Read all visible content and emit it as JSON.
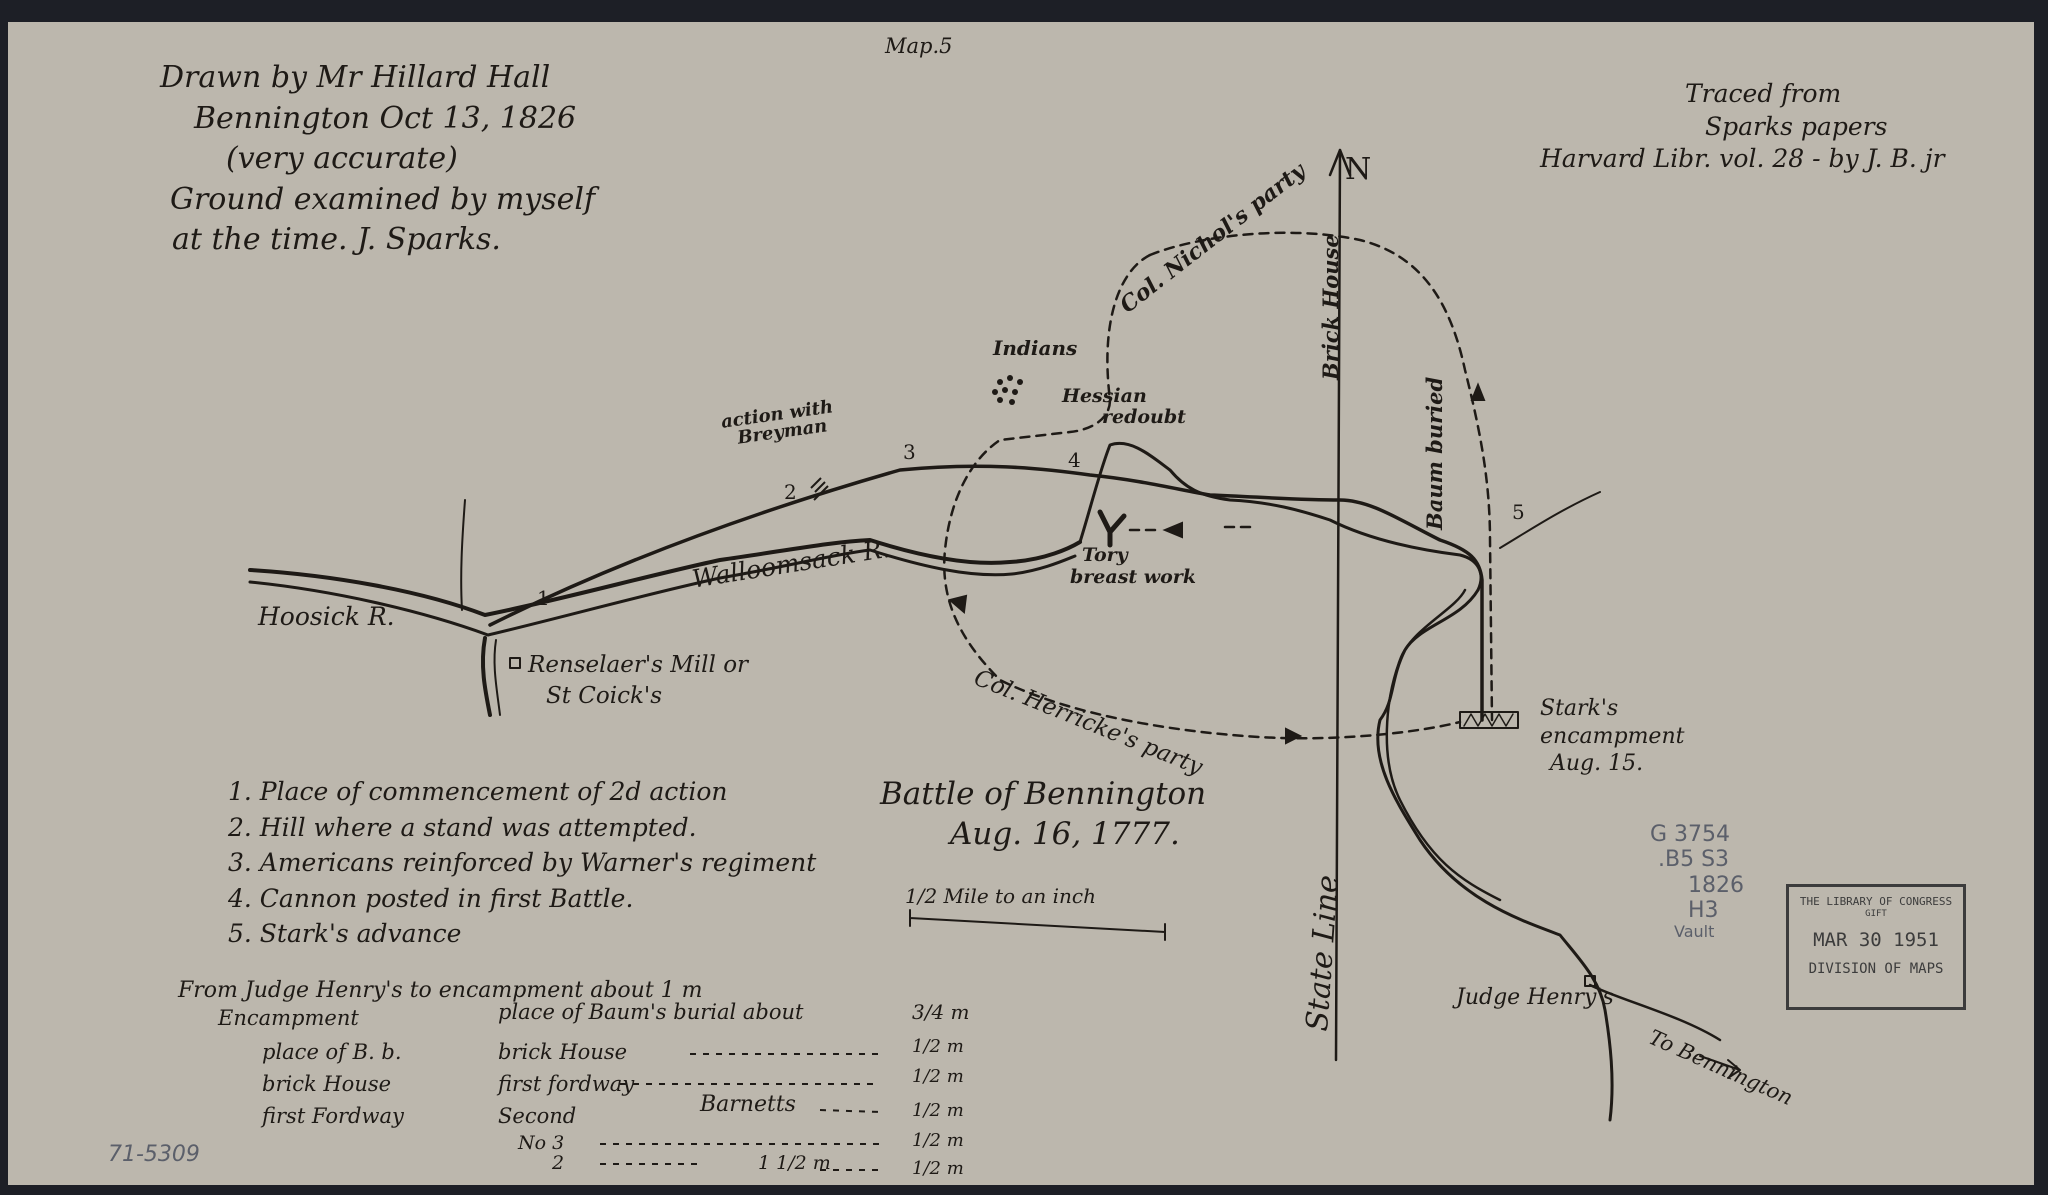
{
  "sheet_label": "Map.5",
  "author_note": [
    "Drawn by Mr Hillard Hall",
    "Bennington Oct 13, 1826",
    "(very accurate)",
    "Ground examined by myself",
    "at the time. J. Sparks."
  ],
  "source_note": [
    "Traced from",
    "Sparks papers",
    "Harvard Libr. vol. 28 - by J. B. jr"
  ],
  "title": [
    "Battle of Bennington",
    "Aug. 16, 1777."
  ],
  "scale_text": "1/2 Mile to an inch",
  "north_label": "N",
  "place_labels": {
    "hoosick": "Hoosick R.",
    "walloomsack": "Walloomsack R.",
    "mill": [
      "Renselaer's Mill or",
      "St Coick's"
    ],
    "indians": "Indians",
    "hessian": [
      "Hessian",
      "redoubt"
    ],
    "tory": [
      "Tory",
      "breast work"
    ],
    "breyman": [
      "action with",
      "Breyman"
    ],
    "brick_house": "Brick House",
    "baum_buried": "Baum buried",
    "nichols": "Col. Nichol's party",
    "herrick": "Col. Herricke's party",
    "stark": [
      "Stark's",
      "encampment",
      "Aug. 15."
    ],
    "state_line": "State Line",
    "judge_henry": "Judge Henry's",
    "to_bennington": "To Bennington"
  },
  "point_numbers": [
    "1",
    "2",
    "3",
    "4",
    "5"
  ],
  "legend": [
    "1. Place of commencement of 2d action",
    "2. Hill where a stand was attempted.",
    "3. Americans reinforced by Warner's regiment",
    "4. Cannon posted in first Battle.",
    "5. Stark's advance"
  ],
  "distances": {
    "heading": "From Judge Henry's to encampment about 1 m",
    "rows": [
      {
        "from": "Encampment",
        "to": "place of Baum's burial about",
        "dist": "3/4 m"
      },
      {
        "from": "place of B. b.",
        "to": "brick House",
        "dist": "1/2 m"
      },
      {
        "from": "brick House",
        "to": "first fordway",
        "dist": "1/2 m"
      },
      {
        "from": "first Fordway",
        "to": "Second",
        "dist": "1/2 m"
      },
      {
        "from": "",
        "to": "No 3",
        "dist": "1/2 m"
      },
      {
        "from": "",
        "to": "2",
        "dist": "1/2 m"
      }
    ],
    "barnetts": "Barnetts",
    "extra": "1 1/2 m"
  },
  "call_number": [
    "G 3754",
    ".B5 S3",
    "1826",
    "H3",
    "Vault"
  ],
  "stamp": {
    "line1": "THE LIBRARY OF CONGRESS",
    "line2": "GIFT",
    "date": "MAR 30 1951",
    "division": "DIVISION OF MAPS"
  },
  "catalog_number": "71-5309",
  "colors": {
    "paper": "#bcb7ad",
    "ink": "#1e1a16",
    "border": "#1d1f26",
    "pencil": "#5b5f6a"
  }
}
